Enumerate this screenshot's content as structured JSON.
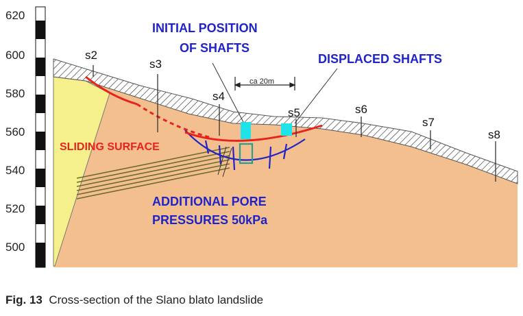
{
  "figure": {
    "y_axis_ticks": [
      "620",
      "600",
      "580",
      "560",
      "540",
      "520",
      "500"
    ],
    "shafts": [
      "s2",
      "s3",
      "s4",
      "s5",
      "s6",
      "s7",
      "s8"
    ],
    "labels": {
      "initial_position_line1": "INITIAL POSITION",
      "initial_position_line2": "OF SHAFTS",
      "displaced_shafts": "DISPLACED SHAFTS",
      "sliding_surface": "SLIDING SURFACE",
      "pore_pressure_line1": "ADDITIONAL PORE",
      "pore_pressure_line2": "PRESSURES 50kPa",
      "scale": "ca 20m"
    },
    "colors": {
      "bedrock": "#f6f08c",
      "soil": "#f4bf8e",
      "sliding_surface": "#e8231f",
      "annotation_blue": "#1f23c8",
      "shaft_cyan": "#1fe3e8",
      "strata": "#6b6b2e"
    }
  },
  "caption": {
    "number": "Fig. 13",
    "text": "Cross-section of the Slano blato landslide"
  }
}
